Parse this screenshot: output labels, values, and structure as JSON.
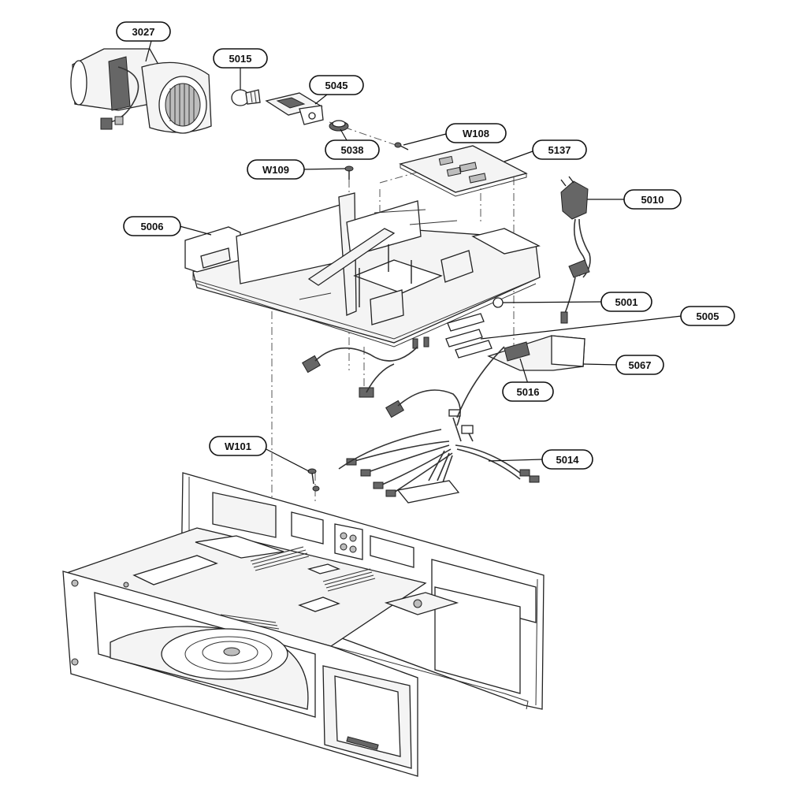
{
  "callouts": [
    {
      "id": "c3027",
      "label": "3027"
    },
    {
      "id": "c5015",
      "label": "5015"
    },
    {
      "id": "c5045",
      "label": "5045"
    },
    {
      "id": "c5038",
      "label": "5038"
    },
    {
      "id": "cW108",
      "label": "W108"
    },
    {
      "id": "c5137",
      "label": "5137"
    },
    {
      "id": "cW109",
      "label": "W109"
    },
    {
      "id": "c5010",
      "label": "5010"
    },
    {
      "id": "c5006",
      "label": "5006"
    },
    {
      "id": "c5001",
      "label": "5001"
    },
    {
      "id": "c5005",
      "label": "5005"
    },
    {
      "id": "c5067",
      "label": "5067"
    },
    {
      "id": "c5016",
      "label": "5016"
    },
    {
      "id": "c5014",
      "label": "5014"
    },
    {
      "id": "cW101",
      "label": "W101"
    }
  ]
}
